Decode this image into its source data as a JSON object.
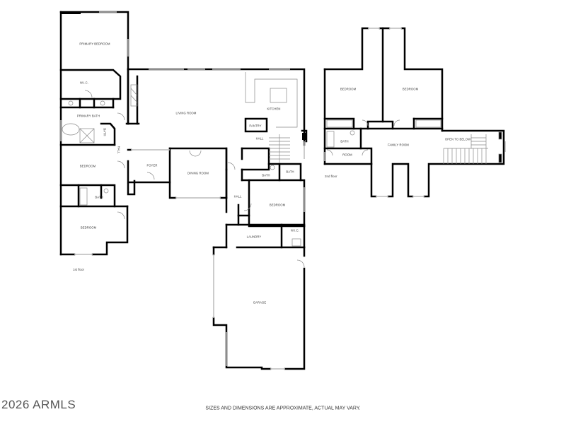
{
  "floor1": {
    "label": "1st floor",
    "rooms": {
      "primary_bedroom": "PRIMARY BEDROOM",
      "wic_primary": "W.I.C.",
      "primary_bath": "PRIMARY BATH",
      "bath_primary_wc": "BATH",
      "hall_west": "HALL",
      "bedroom_west": "BEDROOM",
      "bath_west": "BATH",
      "bedroom_southwest": "BEDROOM",
      "living_room": "LIVING ROOM",
      "kitchen": "KITCHEN",
      "pantry": "PANTRY",
      "hall_north": "HALL",
      "foyer": "FOYER",
      "dining_room": "DINING ROOM",
      "bath_east": "BATH",
      "bath_east_2": "BATH",
      "hall_east": "HALL",
      "bedroom_east": "BEDROOM",
      "wic_east": "W.I.C.",
      "laundry": "LAUNDRY",
      "garage": "GARAGE"
    }
  },
  "floor2": {
    "label": "2nd floor",
    "rooms": {
      "bedroom_left": "BEDROOM",
      "bedroom_right": "BEDROOM",
      "bath": "BATH",
      "room": "ROOM",
      "family_room": "FAMILY ROOM",
      "open_to_below": "OPEN TO BELOW"
    }
  },
  "footer": {
    "watermark": "2026 ARMLS",
    "disclaimer": "SIZES AND DIMENSIONS ARE APPROXIMATE, ACTUAL MAY VARY."
  },
  "colors": {
    "wall": "#000000",
    "window": "#cccccc",
    "fixture": "#888888"
  }
}
